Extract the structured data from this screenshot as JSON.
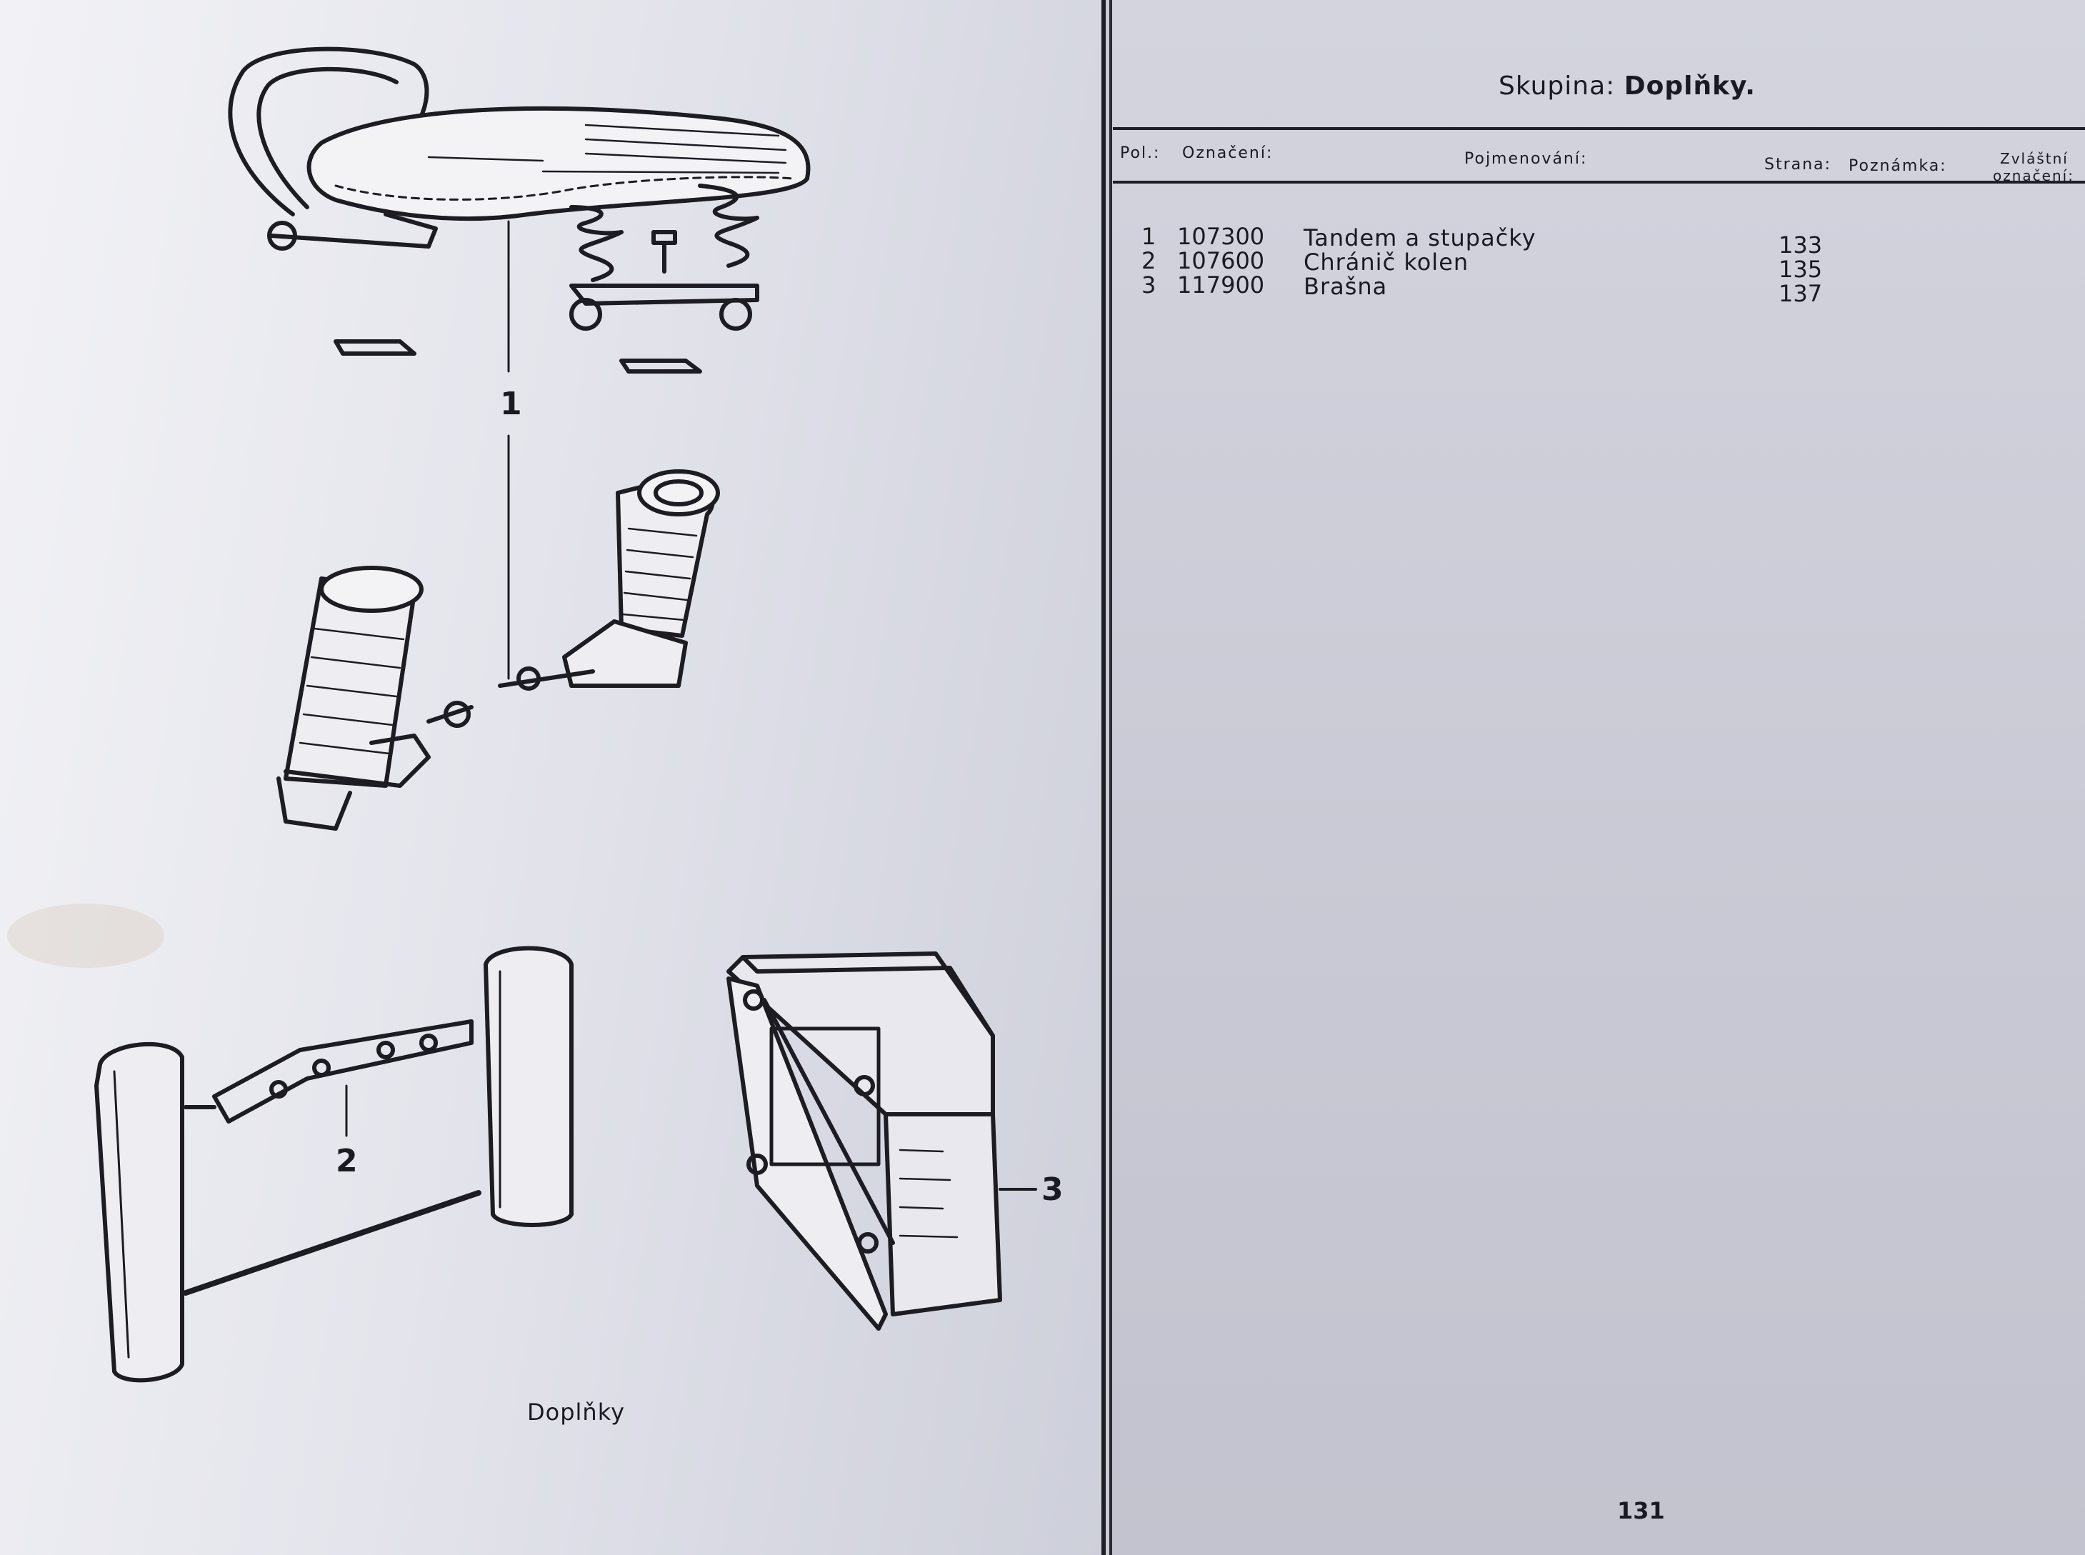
{
  "left_page": {
    "callouts": [
      "1",
      "2",
      "3"
    ],
    "caption": "Doplňky"
  },
  "right_page": {
    "group_label": "Skupina:",
    "group_name": "Doplňky.",
    "columns": {
      "pos": "Pol.:",
      "designation": "Označení:",
      "name": "Pojmenování:",
      "page": "Strana:",
      "note": "Poznámka:",
      "special_line1": "Zvláštní",
      "special_line2": "označení:"
    },
    "rows": [
      {
        "pos": "1",
        "code": "107300",
        "name": "Tandem a stupačky",
        "page": "133"
      },
      {
        "pos": "2",
        "code": "107600",
        "name": "Chránič kolen",
        "page": "135"
      },
      {
        "pos": "3",
        "code": "117900",
        "name": "Brašna",
        "page": "137"
      }
    ],
    "page_number": "131"
  }
}
